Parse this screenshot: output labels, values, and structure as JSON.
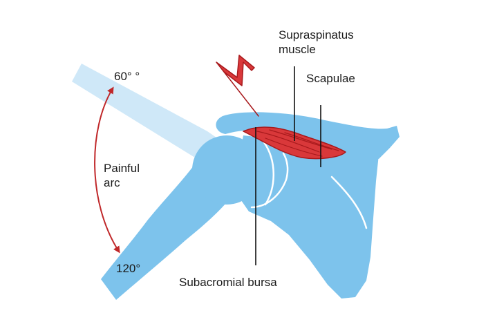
{
  "labels": {
    "angle_top": "60° °",
    "angle_bottom": "120°",
    "painful_arc": "Painful\narc",
    "supraspinatus": "Supraspinatus\nmuscle",
    "scapulae": "Scapulae",
    "subacromial_bursa": "Subacromial bursa"
  },
  "colors": {
    "bone": "#7dc3ec",
    "raised_arm": "#cfe8f8",
    "muscle": "#d9383a",
    "muscle_dark": "#a8191c",
    "arrow": "#c0282a",
    "line": "#111111",
    "highlight": "#ffffff"
  },
  "icons": {
    "pain": "lightning-bolt-icon"
  }
}
